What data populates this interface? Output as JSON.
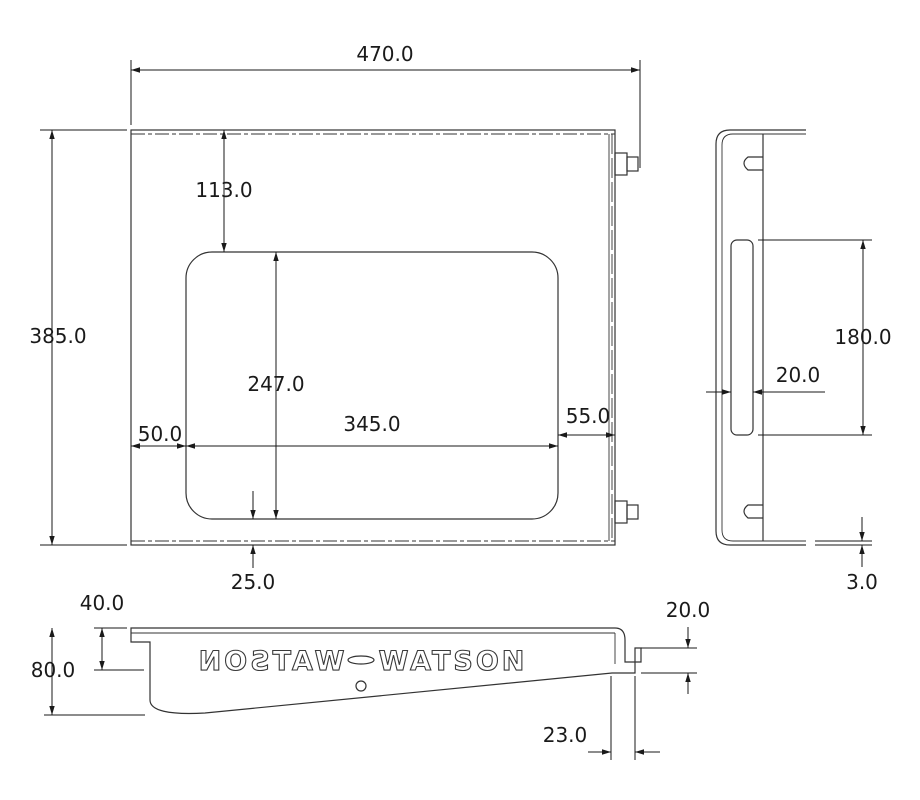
{
  "dimensions": {
    "overall_width": "470.0",
    "overall_height": "385.0",
    "top_offset": "113.0",
    "cutout_height": "247.0",
    "left_offset": "50.0",
    "cutout_width": "345.0",
    "right_offset": "55.0",
    "bottom_offset": "25.0",
    "slot_length": "180.0",
    "slot_width": "20.0",
    "thickness": "3.0",
    "bracket_top": "40.0",
    "bracket_height": "80.0",
    "lip_height": "20.0",
    "lip_width": "23.0"
  },
  "logo": {
    "mirrored_text": "WATSON",
    "text": "WATSON"
  }
}
